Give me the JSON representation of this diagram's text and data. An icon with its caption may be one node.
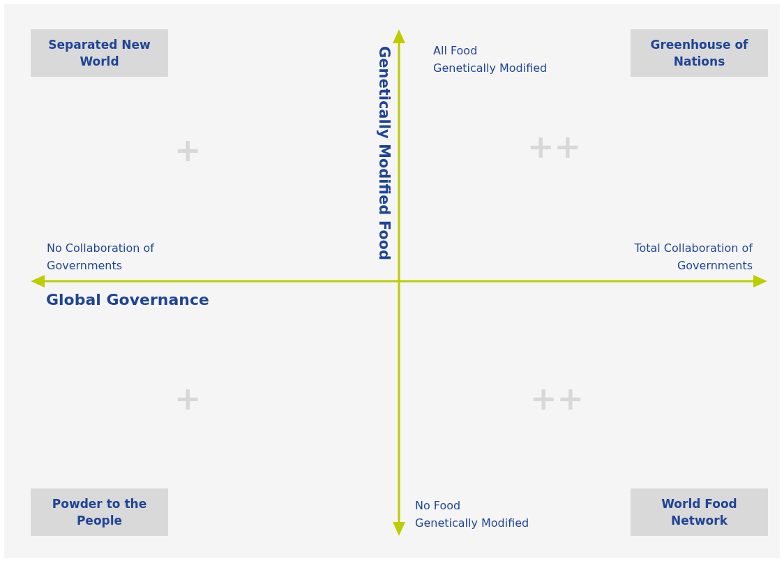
{
  "diagram": {
    "nodes": [
      {
        "text": [
          "Separated New World"
        ]
      },
      {
        "text": [
          "Greenhouse of Nations"
        ]
      },
      {
        "text": [
          "Powder to the People"
        ]
      },
      {
        "text": [
          "World Food Network"
        ]
      }
    ],
    "labels": [
      "Genetically Modified Food",
      "All Food Genetically Modified",
      "+",
      "++",
      "No Collaboration of Governments",
      "Total Collaboration of Governments",
      "Global Governance",
      "+",
      "++",
      "No Food Genetically Modified"
    ]
  }
}
